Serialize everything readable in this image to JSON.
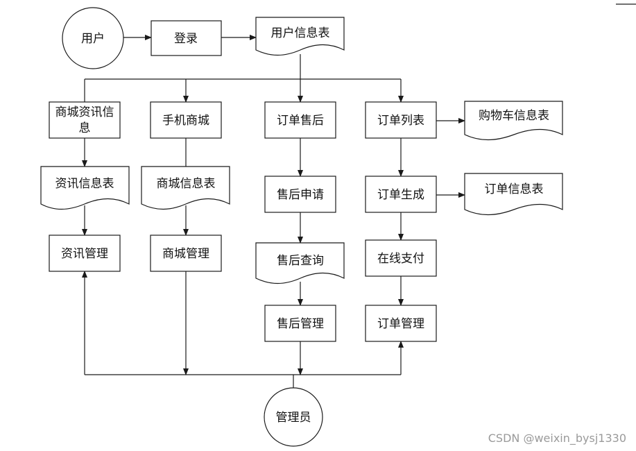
{
  "diagram": {
    "user": "用户",
    "login": "登录",
    "user_info_table": "用户信息表",
    "mall_news": [
      "商城资讯信",
      "息"
    ],
    "mobile_mall": "手机商城",
    "order_after_sale": "订单售后",
    "order_list": "订单列表",
    "cart_info_table": "购物车信息表",
    "news_info_table": "资讯信息表",
    "mall_info_table": "商城信息表",
    "after_sale_apply": "售后申请",
    "order_create": "订单生成",
    "order_info_table": "订单信息表",
    "news_manage": "资讯管理",
    "mall_manage": "商城管理",
    "after_sale_query": "售后查询",
    "online_pay": "在线支付",
    "after_sale_manage": "售后管理",
    "order_manage": "订单管理",
    "admin": "管理员"
  },
  "watermark": "CSDN @weixin_bysj1330"
}
